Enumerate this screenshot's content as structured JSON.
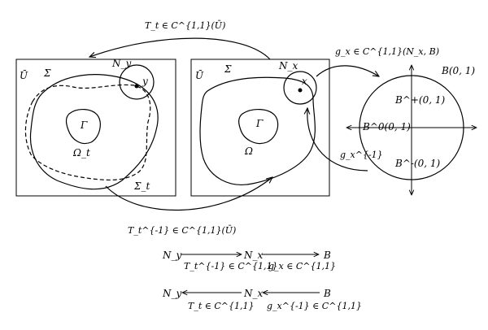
{
  "top_map_label": "T_t ∈ C^{1,1}(Ū)",
  "bottom_map_label": "T_t^{-1} ∈ C^{1,1}(Ū)",
  "left_panel": {
    "U": "Ū",
    "Sigma": "Σ",
    "Gamma": "Γ",
    "Omega": "Ω_t",
    "Sigma_t": "Σ_t",
    "N": "N_y",
    "point": "y"
  },
  "middle_panel": {
    "U": "Ū",
    "Sigma": "Σ",
    "Gamma": "Γ",
    "Omega": "Ω",
    "N": "N_x",
    "point": "x"
  },
  "chart_map_label": "g_x ∈ C^{1,1}(N_x, B)",
  "inverse_chart_label": "g_x^{-1}",
  "ball": {
    "title": "B(0, 1)",
    "upper": "B^+(0, 1)",
    "middle": "B^0(0, 1)",
    "lower": "B^-(0, 1)"
  },
  "sequence1": {
    "a": "N_y",
    "b": "N_x",
    "c": "B",
    "map1": "T_t^{-1} ∈ C^{1,1}",
    "map2": "g_x ∈ C^{1,1}"
  },
  "sequence2": {
    "a": "N_y",
    "b": "N_x",
    "c": "B",
    "map1": "T_t ∈ C^{1,1}",
    "map2": "g_x^{-1} ∈ C^{1,1}"
  }
}
